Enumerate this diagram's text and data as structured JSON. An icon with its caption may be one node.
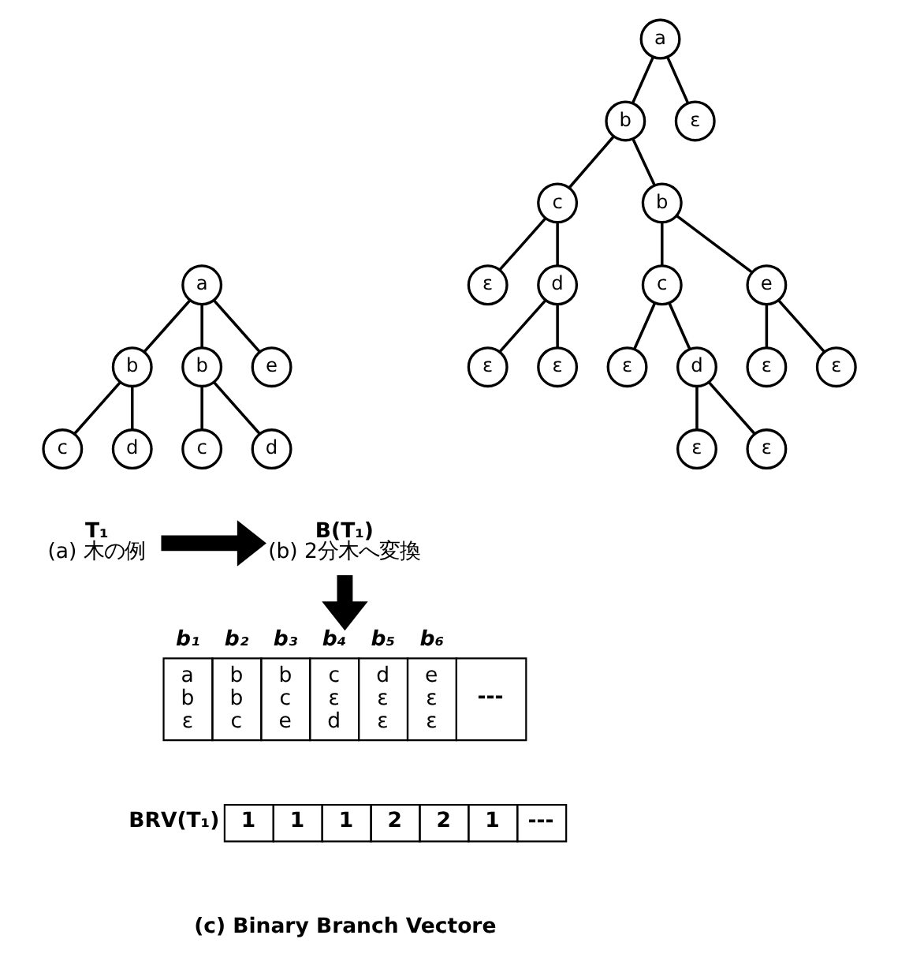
{
  "diagram": {
    "nodes": [
      {
        "text": [
          "a"
        ]
      },
      {
        "text": [
          "b"
        ]
      },
      {
        "text": [
          "b"
        ]
      },
      {
        "text": [
          "e"
        ]
      },
      {
        "text": [
          "c"
        ]
      },
      {
        "text": [
          "d"
        ]
      },
      {
        "text": [
          "c"
        ]
      },
      {
        "text": [
          "d"
        ]
      },
      {
        "text": [
          "T₁",
          "(a) 木の例"
        ]
      },
      {
        "text": [
          "a"
        ]
      },
      {
        "text": [
          "b"
        ]
      },
      {
        "text": [
          "ε"
        ]
      },
      {
        "text": [
          "c"
        ]
      },
      {
        "text": [
          "b"
        ]
      },
      {
        "text": [
          "ε"
        ]
      },
      {
        "text": [
          "d"
        ]
      },
      {
        "text": [
          "c"
        ]
      },
      {
        "text": [
          "e"
        ]
      },
      {
        "text": [
          "ε"
        ]
      },
      {
        "text": [
          "ε"
        ]
      },
      {
        "text": [
          "ε"
        ]
      },
      {
        "text": [
          "d"
        ]
      },
      {
        "text": [
          "ε"
        ]
      },
      {
        "text": [
          "ε"
        ]
      },
      {
        "text": [
          "ε"
        ]
      },
      {
        "text": [
          "ε"
        ]
      },
      {
        "text": [
          "B(T₁)",
          "(b) 2分木へ変換"
        ]
      },
      {
        "text": [
          "b₁",
          "b₂",
          "b₃",
          "b₄",
          "b₅",
          "b₆",
          "a b ε",
          "b b c",
          "b c e",
          "c ε d",
          "d ε ε",
          "e ε ε",
          "---"
        ]
      }
    ],
    "edges": [
      {
        "from": 0,
        "to": 1,
        "arrow": "none"
      },
      {
        "from": 0,
        "to": 2,
        "arrow": "none"
      },
      {
        "from": 0,
        "to": 3,
        "arrow": "none"
      },
      {
        "from": 1,
        "to": 4,
        "arrow": "none"
      },
      {
        "from": 1,
        "to": 5,
        "arrow": "none"
      },
      {
        "from": 2,
        "to": 6,
        "arrow": "none"
      },
      {
        "from": 2,
        "to": 7,
        "arrow": "none"
      },
      {
        "from": 9,
        "to": 10,
        "arrow": "none"
      },
      {
        "from": 9,
        "to": 11,
        "arrow": "none"
      },
      {
        "from": 10,
        "to": 12,
        "arrow": "none"
      },
      {
        "from": 10,
        "to": 13,
        "arrow": "none"
      },
      {
        "from": 12,
        "to": 14,
        "arrow": "none"
      },
      {
        "from": 12,
        "to": 15,
        "arrow": "none"
      },
      {
        "from": 13,
        "to": 16,
        "arrow": "none"
      },
      {
        "from": 13,
        "to": 17,
        "arrow": "none"
      },
      {
        "from": 15,
        "to": 18,
        "arrow": "none"
      },
      {
        "from": 15,
        "to": 19,
        "arrow": "none"
      },
      {
        "from": 16,
        "to": 20,
        "arrow": "none"
      },
      {
        "from": 16,
        "to": 21,
        "arrow": "none"
      },
      {
        "from": 17,
        "to": 22,
        "arrow": "none"
      },
      {
        "from": 17,
        "to": 23,
        "arrow": "none"
      },
      {
        "from": 21,
        "to": 24,
        "arrow": "none"
      },
      {
        "from": 21,
        "to": 25,
        "arrow": "none"
      },
      {
        "from": 8,
        "to": 26,
        "arrow": "to",
        "style": "thick"
      },
      {
        "from": 26,
        "to": 27,
        "arrow": "to",
        "style": "thick"
      }
    ],
    "labels": [
      "BRV(T₁)",
      "1",
      "1",
      "1",
      "2",
      "2",
      "1",
      "---",
      "(c) Binary Branch Vectore"
    ]
  }
}
